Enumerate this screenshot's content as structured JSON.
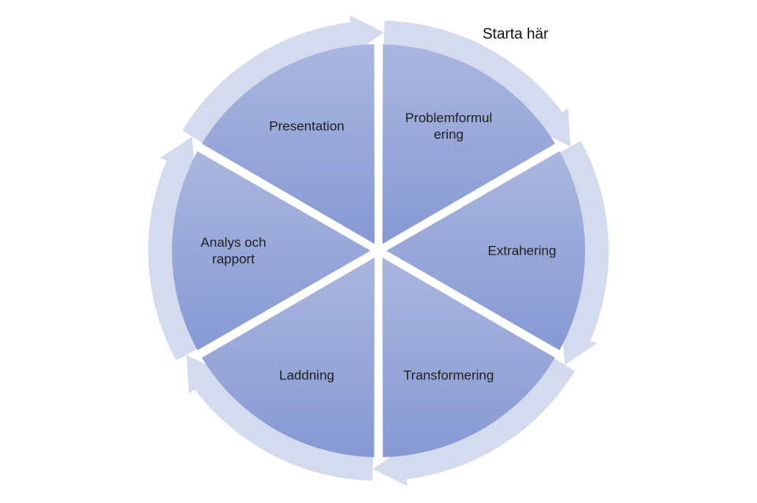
{
  "start_label": "Starta här",
  "segments": [
    {
      "label_lines": [
        "Problemformul",
        "ering"
      ]
    },
    {
      "label_lines": [
        "Extrahering"
      ]
    },
    {
      "label_lines": [
        "Transformering"
      ]
    },
    {
      "label_lines": [
        "Laddning"
      ]
    },
    {
      "label_lines": [
        "Analys och",
        "rapport"
      ]
    },
    {
      "label_lines": [
        "Presentation"
      ]
    }
  ],
  "colors": {
    "ring": "#d5dbef",
    "wedge_light": "#aab6df",
    "wedge_dark": "#8699d3",
    "text": "#1f1f1f"
  }
}
